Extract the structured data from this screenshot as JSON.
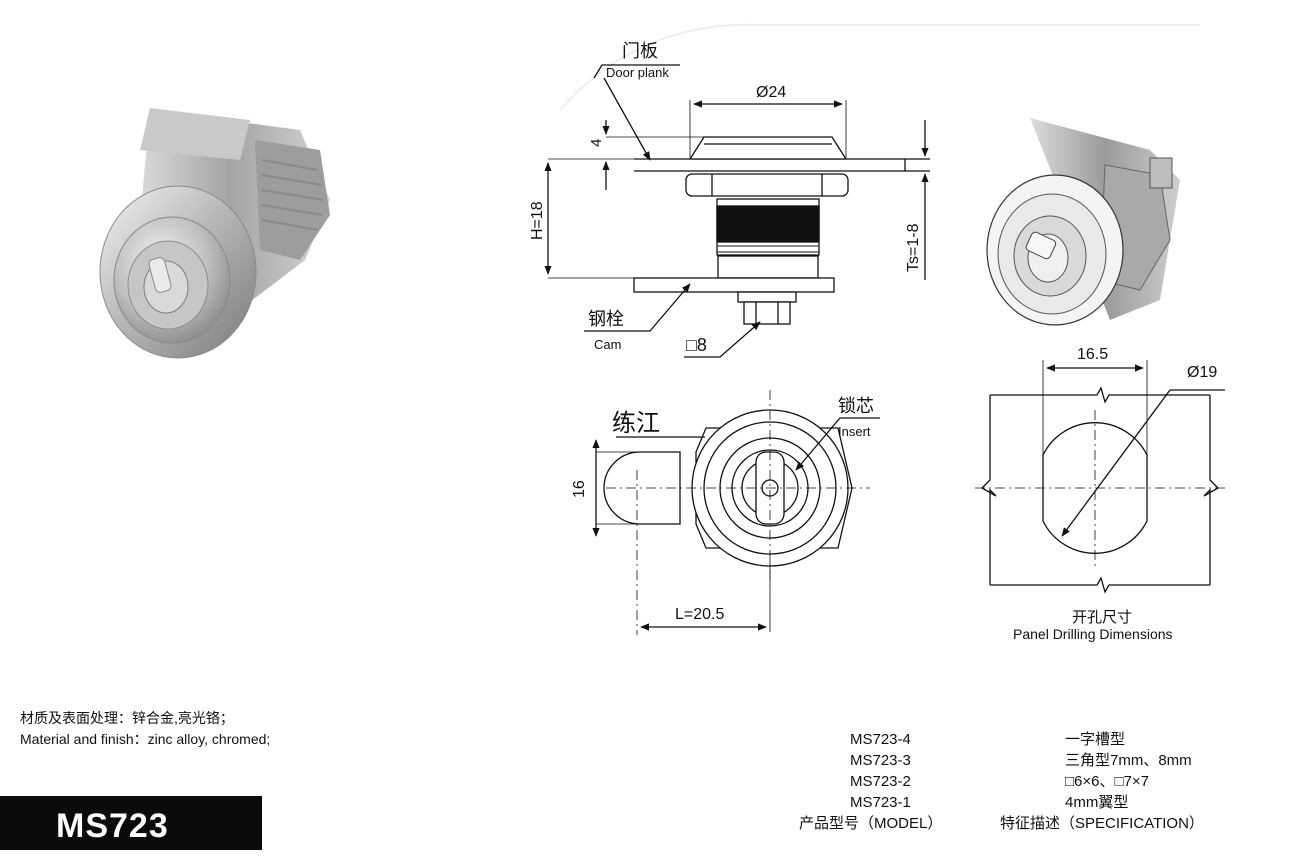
{
  "labels": {
    "door_plank_cn": "门板",
    "door_plank_en": "Door plank",
    "diameter_24": "Ø24",
    "dim_4": "4",
    "height": "H=18",
    "thickness": "Ts=1-8",
    "cam_cn": "钢栓",
    "cam_en": "Cam",
    "square_8": "□8",
    "brand": "练江",
    "insert_cn": "锁芯",
    "insert_en": "Insert",
    "dim_16": "16",
    "length": "L=20.5",
    "dim_16_5": "16.5",
    "diameter_19": "Ø19",
    "drilling_cn": "开孔尺寸",
    "drilling_en": "Panel Drilling Dimensions"
  },
  "material": {
    "cn": "材质及表面处理：锌合金,亮光铬；",
    "en": "Material and finish：zinc alloy, chromed;"
  },
  "model": "MS723",
  "spec_table": {
    "rows": [
      {
        "model": "MS723-4",
        "desc": "一字槽型"
      },
      {
        "model": "MS723-3",
        "desc": "三角型7mm、8mm"
      },
      {
        "model": "MS723-2",
        "desc": "□6×6、□7×7"
      },
      {
        "model": "MS723-1",
        "desc": "4mm翼型"
      }
    ],
    "header_model": "产品型号（MODEL）",
    "header_desc": "特征描述（SPECIFICATION）"
  }
}
